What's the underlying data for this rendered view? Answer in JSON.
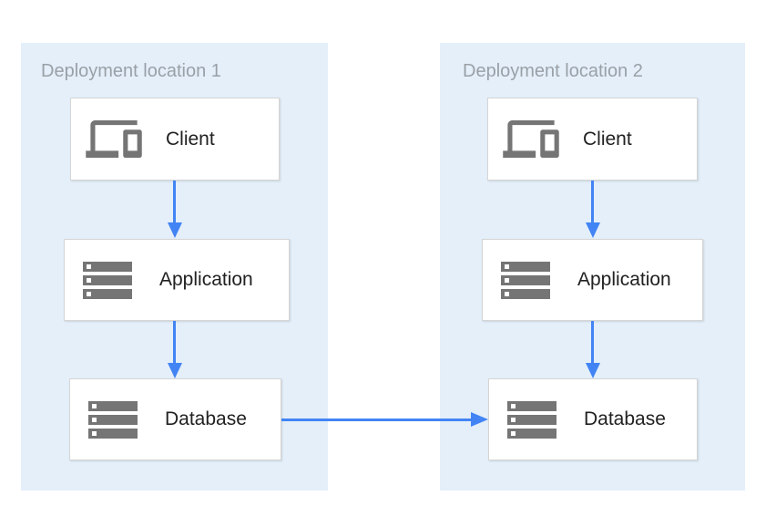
{
  "diagram": {
    "colors": {
      "panel_background": "#E4EFFA",
      "node_background": "#FFFFFF",
      "node_border": "#D5D5D5",
      "connector_blue": "#4284F4",
      "icon_gray": "#757575",
      "title_gray": "#9AA0A6",
      "label_dark": "#212121"
    },
    "panels": [
      {
        "id": "deployment-location-1",
        "title": "Deployment location 1",
        "nodes": [
          {
            "id": "client-1",
            "label": "Client",
            "icon": "devices-icon"
          },
          {
            "id": "application-1",
            "label": "Application",
            "icon": "storage-icon"
          },
          {
            "id": "database-1",
            "label": "Database",
            "icon": "storage-icon"
          }
        ]
      },
      {
        "id": "deployment-location-2",
        "title": "Deployment location 2",
        "nodes": [
          {
            "id": "client-2",
            "label": "Client",
            "icon": "devices-icon"
          },
          {
            "id": "application-2",
            "label": "Application",
            "icon": "storage-icon"
          },
          {
            "id": "database-2",
            "label": "Database",
            "icon": "storage-icon"
          }
        ]
      }
    ],
    "connections": [
      {
        "from": "client-1",
        "to": "application-1",
        "direction": "down"
      },
      {
        "from": "application-1",
        "to": "database-1",
        "direction": "down"
      },
      {
        "from": "client-2",
        "to": "application-2",
        "direction": "down"
      },
      {
        "from": "application-2",
        "to": "database-2",
        "direction": "down"
      },
      {
        "from": "database-1",
        "to": "database-2",
        "direction": "right"
      }
    ]
  }
}
